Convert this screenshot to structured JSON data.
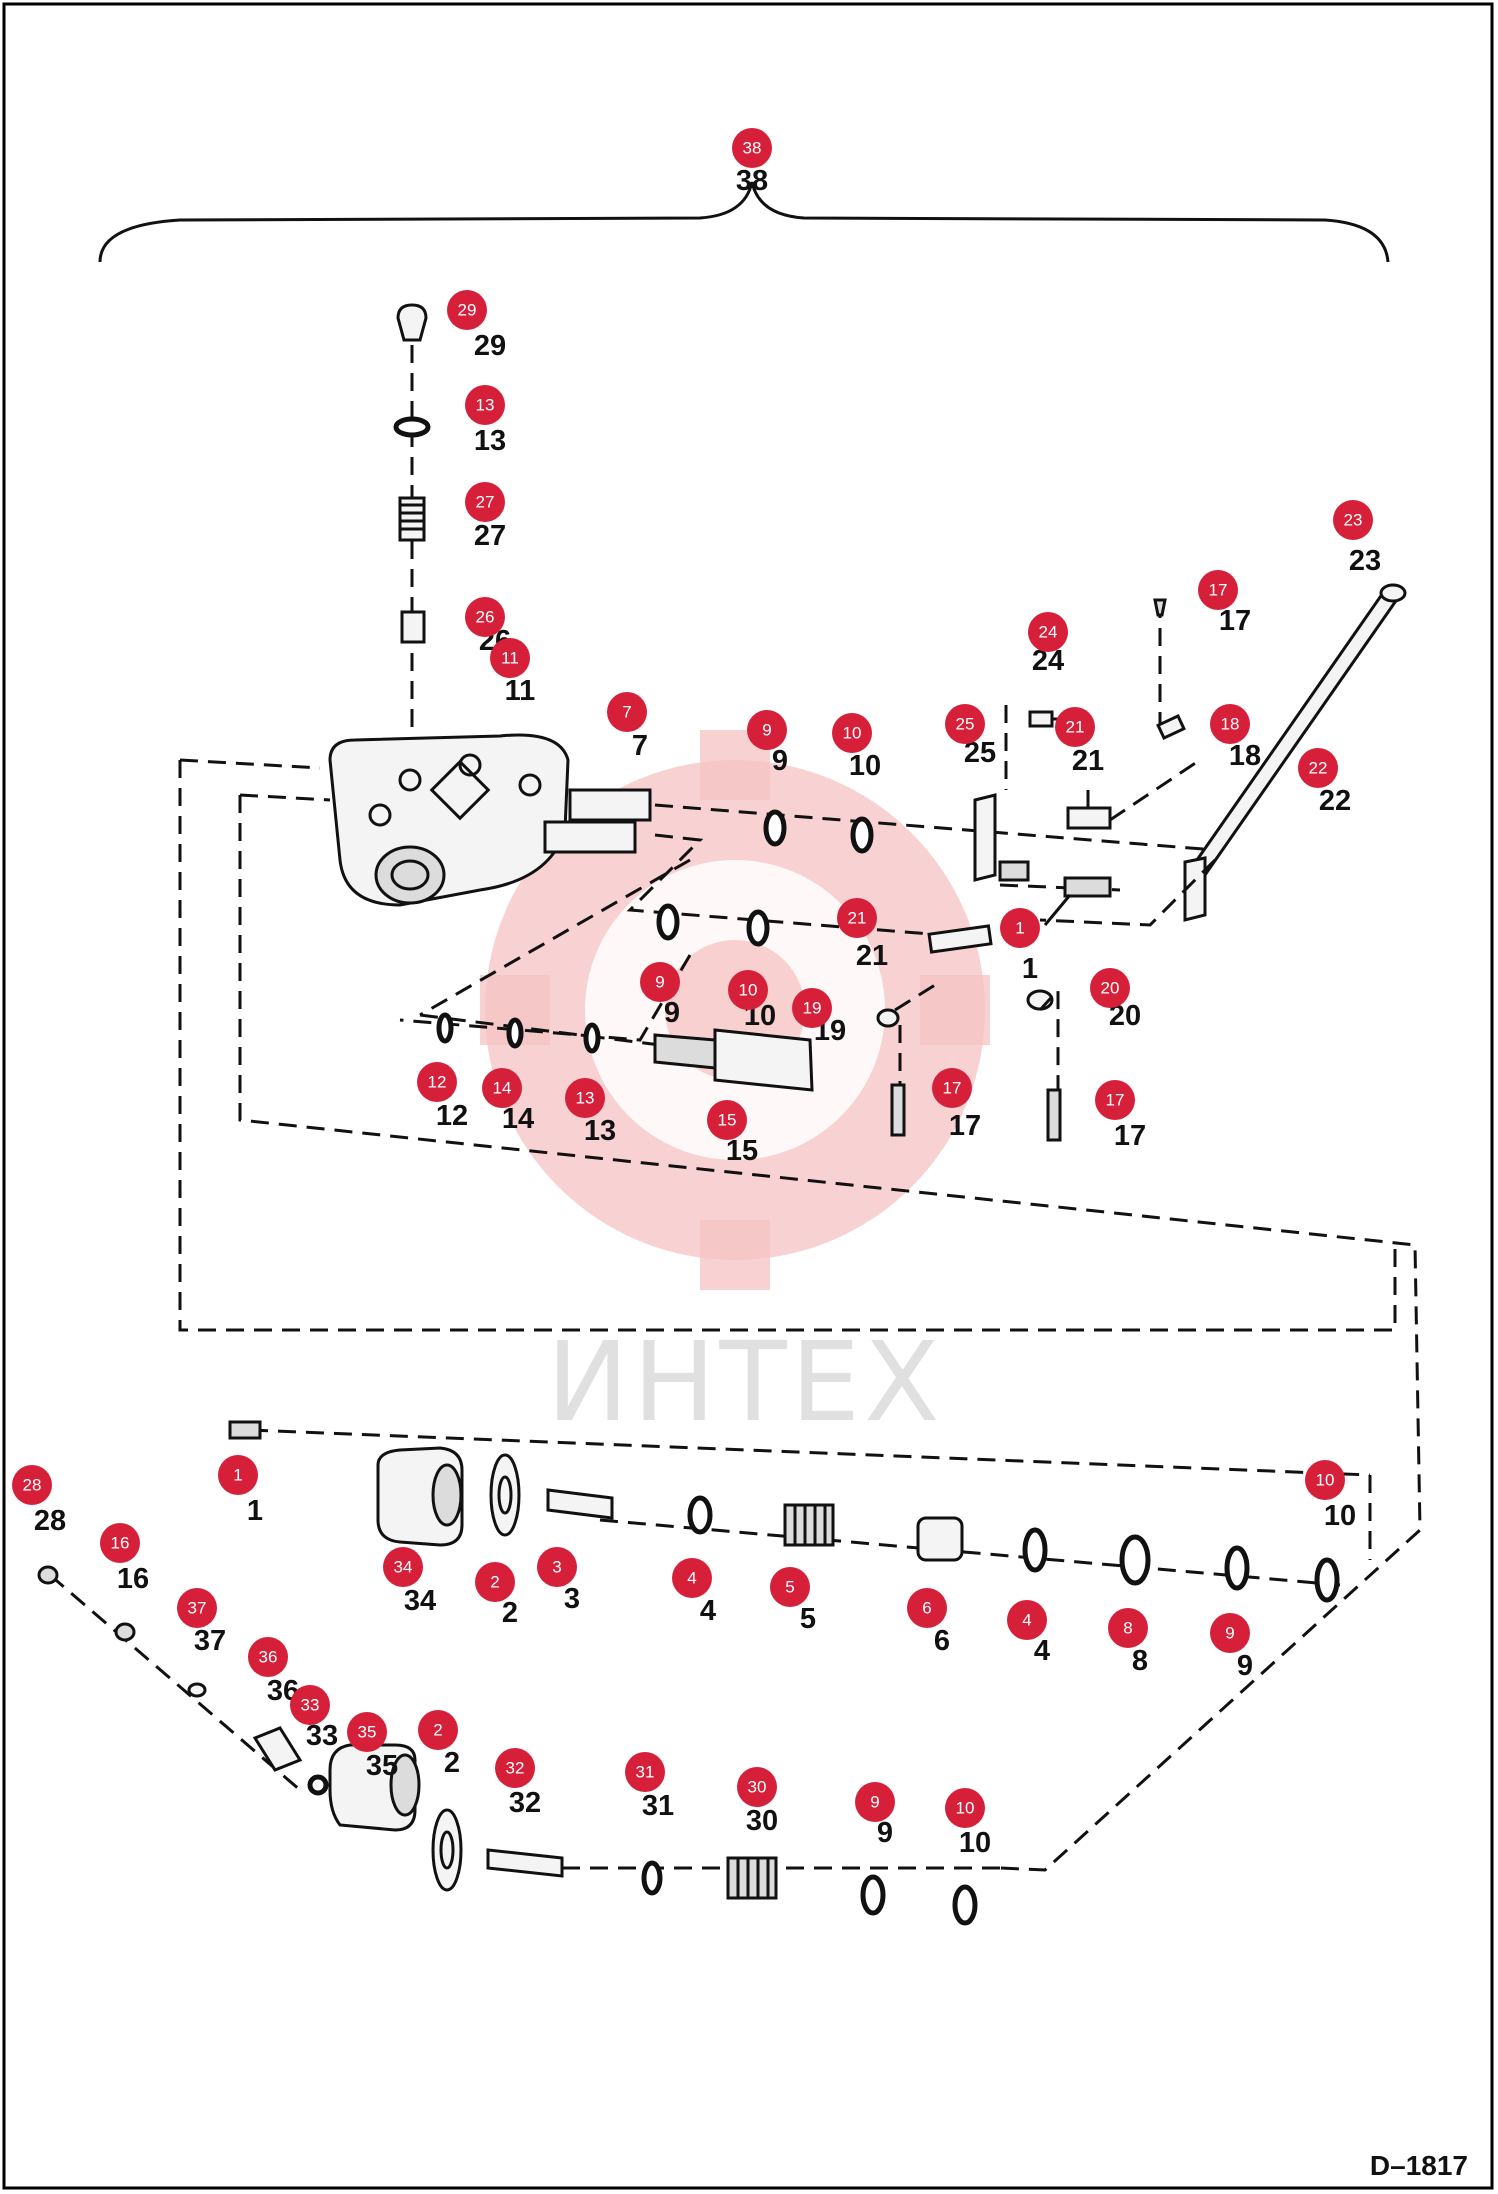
{
  "drawing_code": "D–1817",
  "watermark_text": "ИНТЕХ",
  "callouts": [
    {
      "id": "38",
      "label": "38"
    },
    {
      "id": "29",
      "label": "29"
    },
    {
      "id": "13a",
      "label": "13"
    },
    {
      "id": "27",
      "label": "27"
    },
    {
      "id": "26",
      "label": "26"
    },
    {
      "id": "11",
      "label": "11"
    },
    {
      "id": "7",
      "label": "7"
    },
    {
      "id": "9a",
      "label": "9"
    },
    {
      "id": "10a",
      "label": "10"
    },
    {
      "id": "24",
      "label": "24"
    },
    {
      "id": "25",
      "label": "25"
    },
    {
      "id": "21a",
      "label": "21"
    },
    {
      "id": "17a",
      "label": "17"
    },
    {
      "id": "18",
      "label": "18"
    },
    {
      "id": "23",
      "label": "23"
    },
    {
      "id": "22",
      "label": "22"
    },
    {
      "id": "9b",
      "label": "9"
    },
    {
      "id": "10b",
      "label": "10"
    },
    {
      "id": "21b",
      "label": "21"
    },
    {
      "id": "1a",
      "label": "1"
    },
    {
      "id": "19",
      "label": "19"
    },
    {
      "id": "20",
      "label": "20"
    },
    {
      "id": "12",
      "label": "12"
    },
    {
      "id": "14",
      "label": "14"
    },
    {
      "id": "13b",
      "label": "13"
    },
    {
      "id": "15",
      "label": "15"
    },
    {
      "id": "17b",
      "label": "17"
    },
    {
      "id": "17c",
      "label": "17"
    },
    {
      "id": "1b",
      "label": "1"
    },
    {
      "id": "10c",
      "label": "10"
    },
    {
      "id": "28",
      "label": "28"
    },
    {
      "id": "16",
      "label": "16"
    },
    {
      "id": "34",
      "label": "34"
    },
    {
      "id": "2a",
      "label": "2"
    },
    {
      "id": "3",
      "label": "3"
    },
    {
      "id": "4a",
      "label": "4"
    },
    {
      "id": "5",
      "label": "5"
    },
    {
      "id": "6",
      "label": "6"
    },
    {
      "id": "4b",
      "label": "4"
    },
    {
      "id": "8",
      "label": "8"
    },
    {
      "id": "9c",
      "label": "9"
    },
    {
      "id": "37",
      "label": "37"
    },
    {
      "id": "36",
      "label": "36"
    },
    {
      "id": "33",
      "label": "33"
    },
    {
      "id": "35",
      "label": "35"
    },
    {
      "id": "2b",
      "label": "2"
    },
    {
      "id": "32",
      "label": "32"
    },
    {
      "id": "31",
      "label": "31"
    },
    {
      "id": "30",
      "label": "30"
    },
    {
      "id": "9d",
      "label": "9"
    },
    {
      "id": "10d",
      "label": "10"
    }
  ]
}
